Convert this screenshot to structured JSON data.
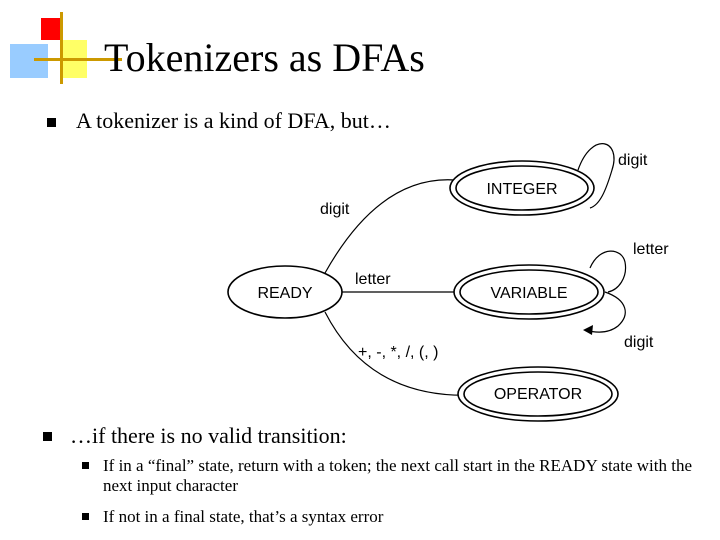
{
  "title": "Tokenizers as DFAs",
  "bullets": {
    "intro": "A tokenizer is a kind of DFA, but…",
    "note": "…if there is no valid transition:",
    "sub_items": [
      "If in a “final” state, return with a token; the next call start in the READY state with the next input character",
      "If not in a final state, that’s a syntax error"
    ]
  },
  "diagram": {
    "states": {
      "ready": "READY",
      "integer": "INTEGER",
      "variable": "VARIABLE",
      "operator": "OPERATOR"
    },
    "edge_labels": {
      "ready_to_integer": "digit",
      "integer_self": "digit",
      "ready_to_variable": "letter",
      "variable_self_letter": "letter",
      "variable_self_digit": "digit",
      "ready_to_operator": "+, -, *, /, (, )"
    },
    "final_states": [
      "INTEGER",
      "VARIABLE",
      "OPERATOR"
    ]
  },
  "colors": {
    "logo_red": "#ff0000",
    "logo_yellow": "#ffff66",
    "logo_blue": "#99ccff",
    "logo_line": "#cc9900"
  },
  "icons": [
    "square-bullet-icon",
    "slide-logo-icon"
  ]
}
